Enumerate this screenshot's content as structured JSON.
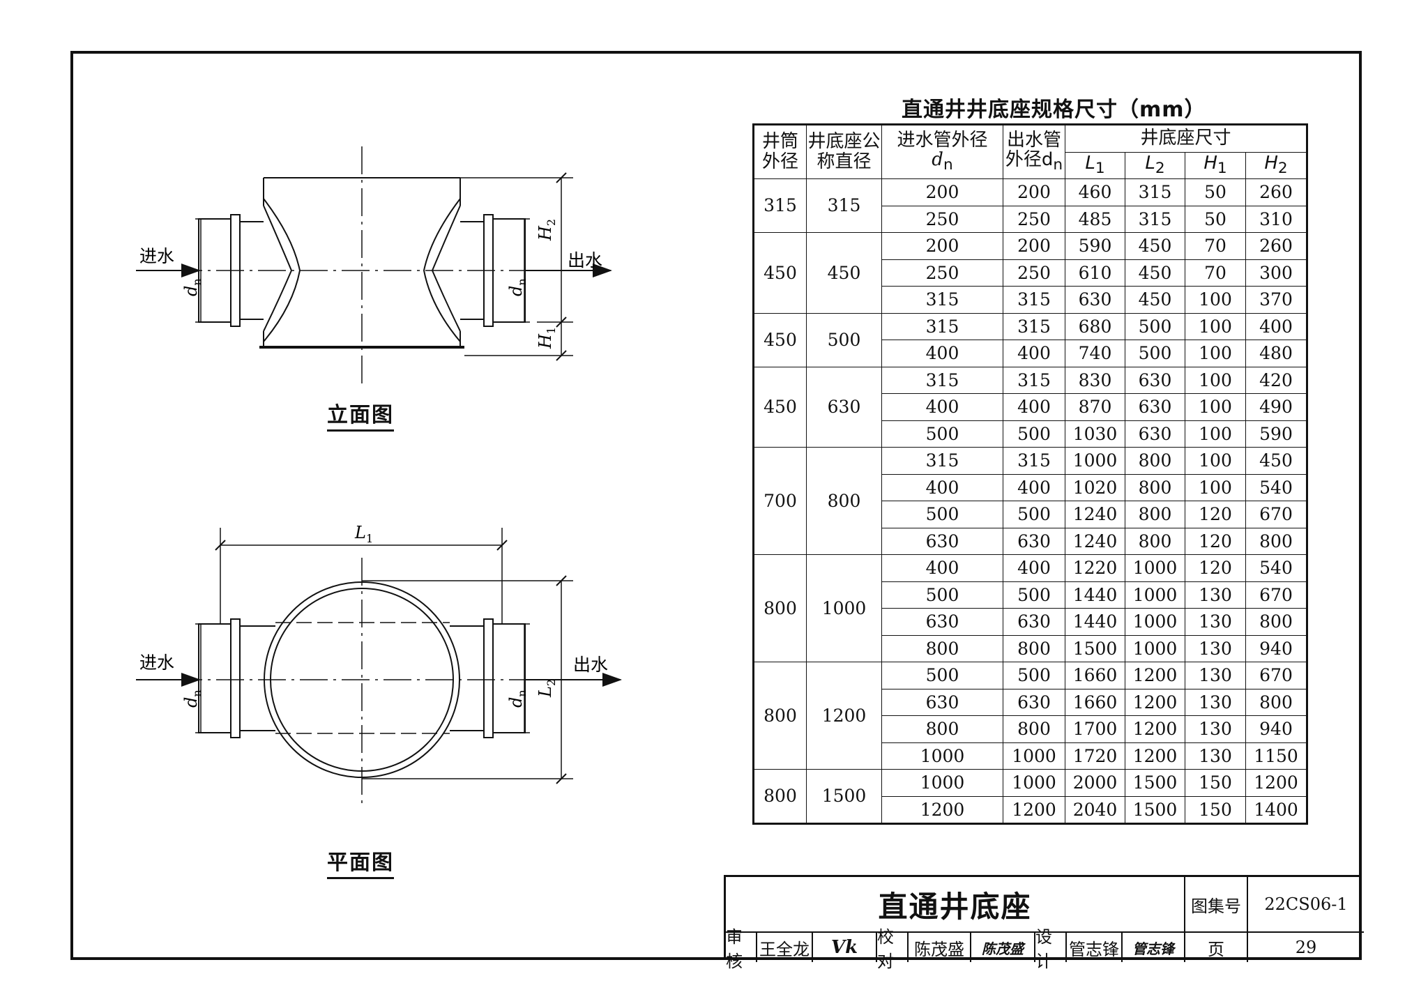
{
  "elevation": {
    "label": "立面图",
    "inlet": "进水",
    "outlet": "出水",
    "dim_dn_left": "d",
    "dim_dn_right": "d",
    "dim_sub_n": "n",
    "dim_h2": "H",
    "dim_h2_sub": "2",
    "dim_h1": "H",
    "dim_h1_sub": "1"
  },
  "plan": {
    "label": "平面图",
    "inlet": "进水",
    "outlet": "出水",
    "dim_l1": "L",
    "dim_l1_sub": "1",
    "dim_l2": "L",
    "dim_l2_sub": "2",
    "dim_dn_left": "d",
    "dim_dn_right": "d",
    "dim_sub_n": "n"
  },
  "table": {
    "title": "直通井井底座规格尺寸（mm）",
    "headers": {
      "col1_line1": "井筒",
      "col1_line2": "外径",
      "col2_line1": "井底座公",
      "col2_line2": "称直径",
      "col3_line1": "进水管外径",
      "col3_line2": "d",
      "col3_sub": "n",
      "col4_line1": "出水管",
      "col4_line2": "外径d",
      "col4_sub": "n",
      "group": "井底座尺寸",
      "l1": "L",
      "l1_sub": "1",
      "l2": "L",
      "l2_sub": "2",
      "h1": "H",
      "h1_sub": "1",
      "h2": "H",
      "h2_sub": "2"
    },
    "groups": [
      {
        "shaft": "315",
        "nominal": "315",
        "rows": [
          [
            "200",
            "200",
            "460",
            "315",
            "50",
            "260"
          ],
          [
            "250",
            "250",
            "485",
            "315",
            "50",
            "310"
          ]
        ]
      },
      {
        "shaft": "450",
        "nominal": "450",
        "rows": [
          [
            "200",
            "200",
            "590",
            "450",
            "70",
            "260"
          ],
          [
            "250",
            "250",
            "610",
            "450",
            "70",
            "300"
          ],
          [
            "315",
            "315",
            "630",
            "450",
            "100",
            "370"
          ]
        ]
      },
      {
        "shaft": "450",
        "nominal": "500",
        "rows": [
          [
            "315",
            "315",
            "680",
            "500",
            "100",
            "400"
          ],
          [
            "400",
            "400",
            "740",
            "500",
            "100",
            "480"
          ]
        ]
      },
      {
        "shaft": "450",
        "nominal": "630",
        "rows": [
          [
            "315",
            "315",
            "830",
            "630",
            "100",
            "420"
          ],
          [
            "400",
            "400",
            "870",
            "630",
            "100",
            "490"
          ],
          [
            "500",
            "500",
            "1030",
            "630",
            "100",
            "590"
          ]
        ]
      },
      {
        "shaft": "700",
        "nominal": "800",
        "rows": [
          [
            "315",
            "315",
            "1000",
            "800",
            "100",
            "450"
          ],
          [
            "400",
            "400",
            "1020",
            "800",
            "100",
            "540"
          ],
          [
            "500",
            "500",
            "1240",
            "800",
            "120",
            "670"
          ],
          [
            "630",
            "630",
            "1240",
            "800",
            "120",
            "800"
          ]
        ]
      },
      {
        "shaft": "800",
        "nominal": "1000",
        "rows": [
          [
            "400",
            "400",
            "1220",
            "1000",
            "120",
            "540"
          ],
          [
            "500",
            "500",
            "1440",
            "1000",
            "130",
            "670"
          ],
          [
            "630",
            "630",
            "1440",
            "1000",
            "130",
            "800"
          ],
          [
            "800",
            "800",
            "1500",
            "1000",
            "130",
            "940"
          ]
        ]
      },
      {
        "shaft": "800",
        "nominal": "1200",
        "rows": [
          [
            "500",
            "500",
            "1660",
            "1200",
            "130",
            "670"
          ],
          [
            "630",
            "630",
            "1660",
            "1200",
            "130",
            "800"
          ],
          [
            "800",
            "800",
            "1700",
            "1200",
            "130",
            "940"
          ],
          [
            "1000",
            "1000",
            "1720",
            "1200",
            "130",
            "1150"
          ]
        ]
      },
      {
        "shaft": "800",
        "nominal": "1500",
        "rows": [
          [
            "1000",
            "1000",
            "2000",
            "1500",
            "150",
            "1200"
          ],
          [
            "1200",
            "1200",
            "2040",
            "1500",
            "150",
            "1400"
          ]
        ]
      }
    ]
  },
  "titleblock": {
    "title": "直通井底座",
    "atlas_label": "图集号",
    "atlas_no": "22CS06-1",
    "review_label": "审核",
    "reviewer": "王全龙",
    "reviewer_sig": "Vk",
    "check_label": "校对",
    "checker": "陈茂盛",
    "checker_sig": "陈茂盛",
    "design_label": "设计",
    "designer": "管志锋",
    "designer_sig": "管志锋",
    "page_label": "页",
    "page_no": "29"
  }
}
